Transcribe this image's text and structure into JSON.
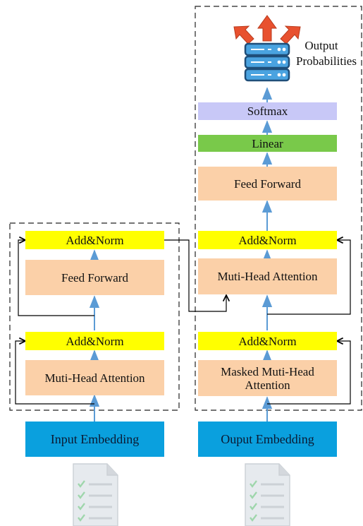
{
  "encoder": {
    "add_norm_top": "Add&Norm",
    "feed_forward": "Feed Forward",
    "add_norm_bottom": "Add&Norm",
    "attention": "Muti-Head Attention",
    "embedding": "Input Embedding"
  },
  "decoder": {
    "softmax": "Softmax",
    "linear": "Linear",
    "feed_forward": "Feed Forward",
    "add_norm_top": "Add&Norm",
    "attention": "Muti-Head Attention",
    "add_norm_bottom": "Add&Norm",
    "masked_attention": "Masked Muti-Head Attention",
    "embedding": "Ouput Embedding"
  },
  "output": {
    "label_line1": "Output",
    "label_line2": "Probabilities"
  },
  "colors": {
    "add_norm": "#ffff00",
    "feed_forward": "#fbd0a8",
    "linear": "#79c94a",
    "softmax": "#c8c8f7",
    "embedding": "#0aa0de",
    "flow_arrow": "#5b9bd5",
    "output_arrows": "#e8512f"
  },
  "icons": [
    "document-icon",
    "server-icon",
    "output-arrows-icon"
  ]
}
